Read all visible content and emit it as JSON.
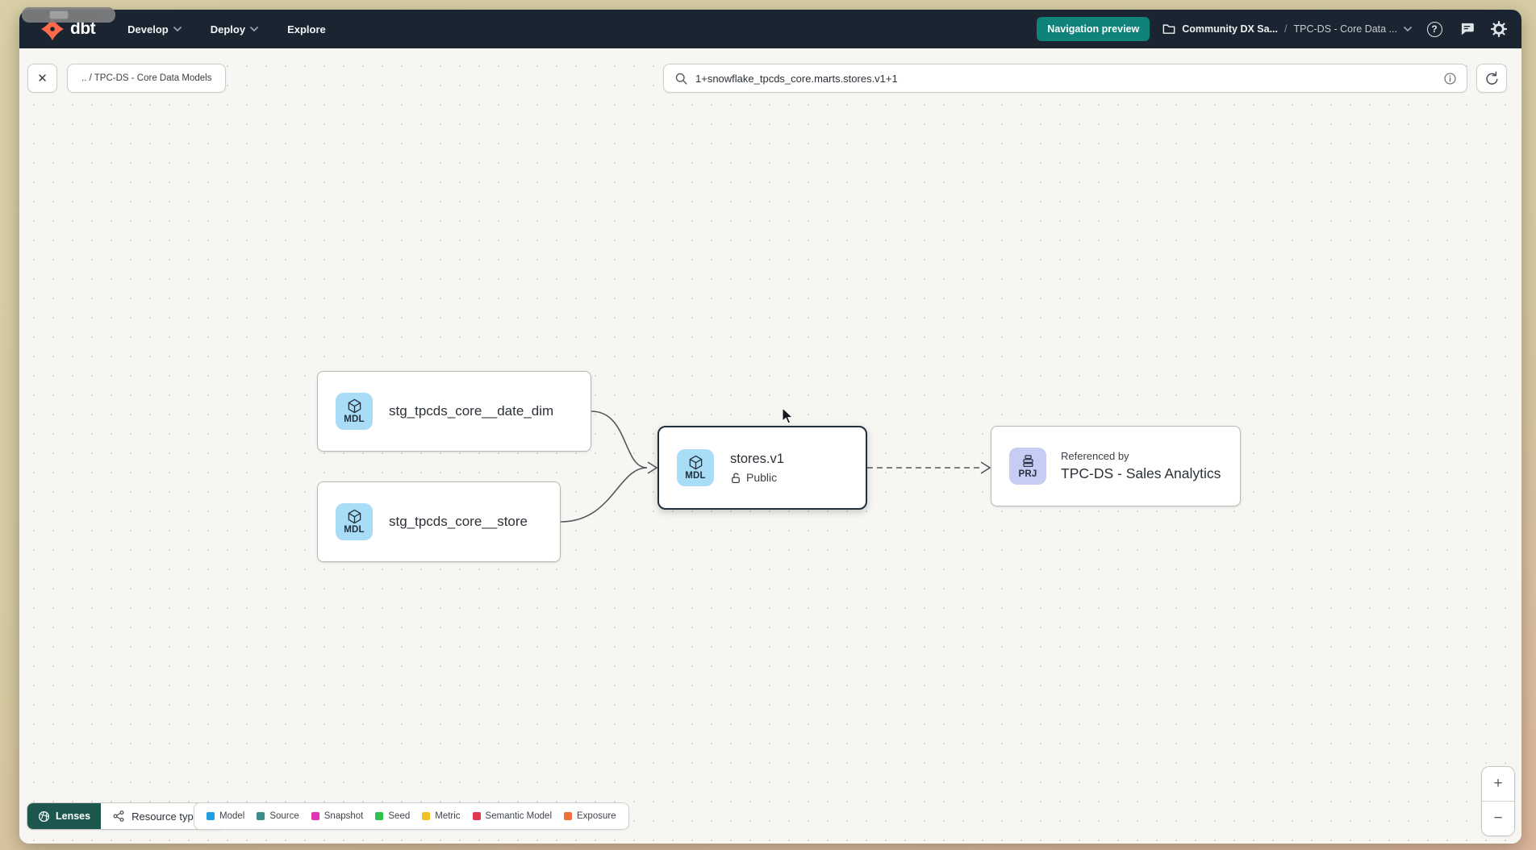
{
  "topnav": {
    "logo_text": "dbt",
    "menus": [
      {
        "label": "Develop",
        "has_dropdown": true
      },
      {
        "label": "Deploy",
        "has_dropdown": true
      },
      {
        "label": "Explore",
        "has_dropdown": false
      }
    ],
    "preview_badge": "Navigation preview",
    "breadcrumb": {
      "account": "Community DX Sa...",
      "separator": "/",
      "project": "TPC-DS - Core Data ..."
    }
  },
  "toolbar": {
    "close_glyph": "✕",
    "breadcrumb_chip": ".. / TPC-DS - Core Data Models",
    "search_value": "1+snowflake_tpcds_core.marts.stores.v1+1"
  },
  "graph": {
    "nodes": [
      {
        "badge": "MDL",
        "label": "stg_tpcds_core__date_dim",
        "type": "model"
      },
      {
        "badge": "MDL",
        "label": "stg_tpcds_core__store",
        "type": "model"
      },
      {
        "badge": "MDL",
        "label": "stores.v1",
        "access": "Public",
        "type": "model",
        "selected": true
      },
      {
        "badge": "PRJ",
        "kicker": "Referenced by",
        "label": "TPC-DS - Sales Analytics",
        "type": "project"
      }
    ],
    "edges": [
      {
        "from": "stg_tpcds_core__date_dim",
        "to": "stores.v1",
        "style": "solid"
      },
      {
        "from": "stg_tpcds_core__store",
        "to": "stores.v1",
        "style": "solid"
      },
      {
        "from": "stores.v1",
        "to": "TPC-DS - Sales Analytics",
        "style": "dashed"
      }
    ]
  },
  "footer": {
    "lenses_label": "Lenses",
    "resource_type_label": "Resource type",
    "legend": [
      {
        "label": "Model",
        "color": "#1f9ee0"
      },
      {
        "label": "Source",
        "color": "#3a8d8a"
      },
      {
        "label": "Snapshot",
        "color": "#e531b5"
      },
      {
        "label": "Seed",
        "color": "#2ec24a"
      },
      {
        "label": "Metric",
        "color": "#efc324"
      },
      {
        "label": "Semantic Model",
        "color": "#e0394e"
      },
      {
        "label": "Exposure",
        "color": "#f0703a"
      }
    ]
  },
  "zoom_controls": {
    "zoom_in": "+",
    "zoom_out": "−"
  },
  "icons": {
    "help": "?"
  },
  "colors": {
    "brand_orange": "#ff6a4b",
    "nav_bg": "#1b2531",
    "preview_teal": "#0f837a",
    "lenses_teal": "#1d564f",
    "model_badge_bg": "#a9ddf7",
    "project_badge_bg": "#c6ccf4",
    "selected_border": "#222e39",
    "edge": "#52575d",
    "canvas_bg": "#f7f6f3"
  }
}
